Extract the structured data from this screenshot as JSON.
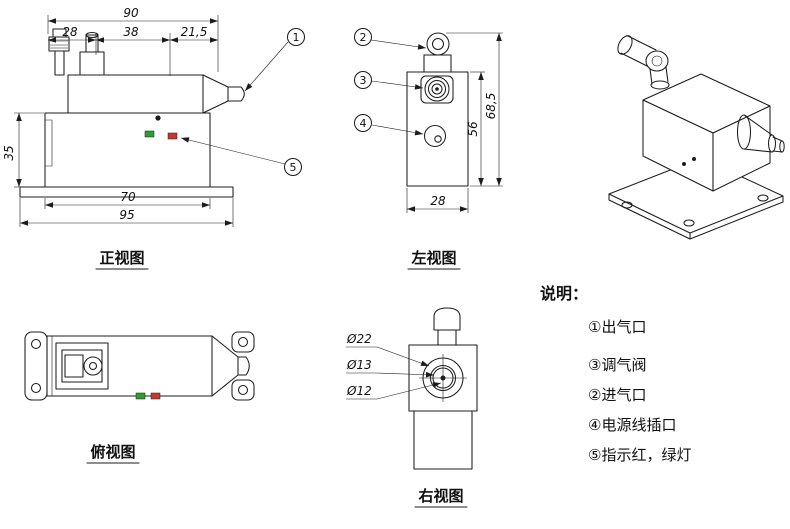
{
  "front_view": {
    "label": "正视图",
    "dim_90": "90",
    "dim_28": "28",
    "dim_38": "38",
    "dim_21_5": "21,5",
    "dim_35": "35",
    "dim_70": "70",
    "dim_95": "95",
    "callout_1": "1",
    "callout_5": "5"
  },
  "left_view": {
    "label": "左视图",
    "dim_56": "56",
    "dim_68_5": "68,5",
    "dim_28": "28",
    "callout_2": "2",
    "callout_3": "3",
    "callout_4": "4"
  },
  "top_view": {
    "label": "俯视图"
  },
  "right_view": {
    "label": "右视图",
    "dim_d22": "Ø22",
    "dim_d13": "Ø13",
    "dim_d12": "Ø12"
  },
  "legend": {
    "title": "说明：",
    "items": [
      "①出气口",
      "③调气阀",
      "②进气口",
      "④电源线插口",
      "⑤指示红，绿灯"
    ]
  },
  "colors": {
    "line": "#1c1c1c",
    "green_led": "#2f9e2f",
    "red_led": "#c23a2f"
  }
}
